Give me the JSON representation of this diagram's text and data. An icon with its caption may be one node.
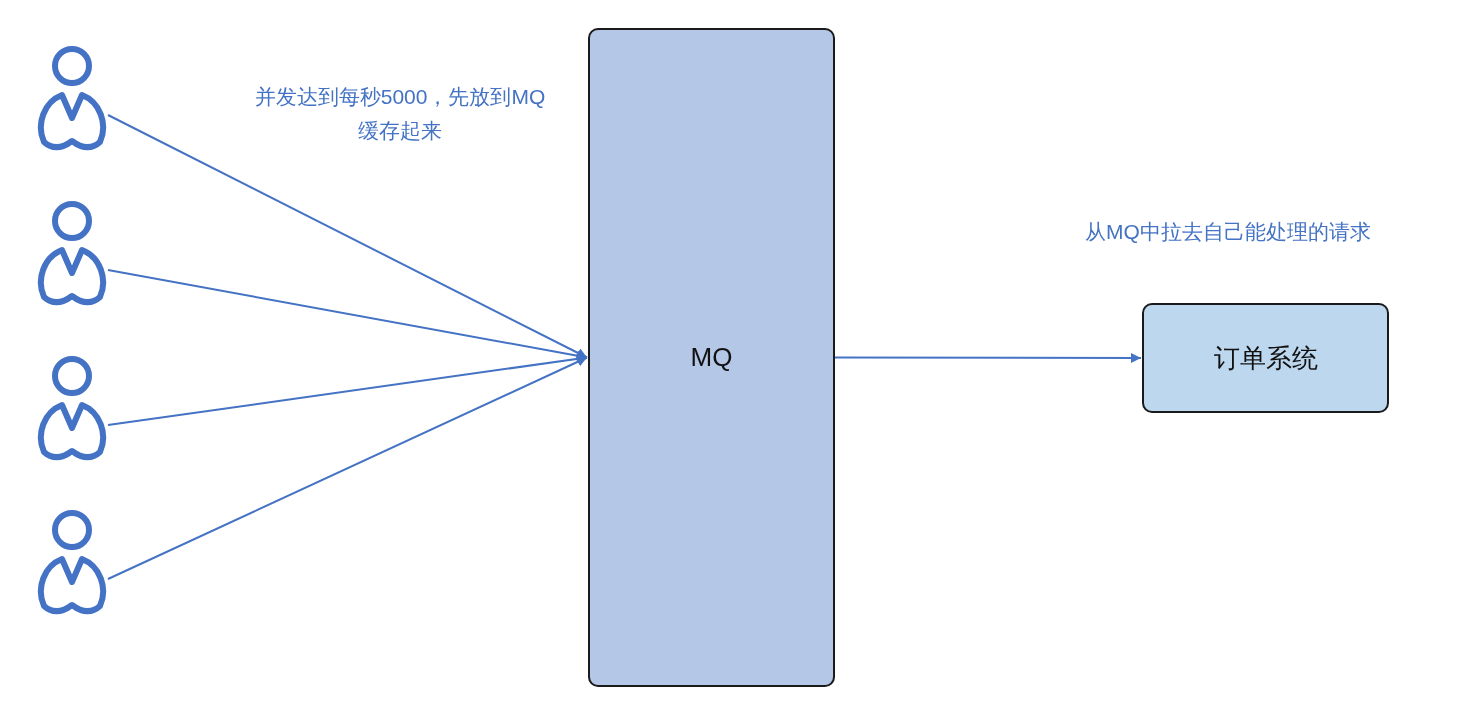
{
  "diagram": {
    "nodes": [
      {
        "text": [],
        "shape": "person"
      },
      {
        "text": [],
        "shape": "person"
      },
      {
        "text": [],
        "shape": "person"
      },
      {
        "text": [],
        "shape": "person"
      },
      {
        "text": [
          "MQ"
        ]
      },
      {
        "text": [
          "订单系统"
        ]
      }
    ],
    "edges": [
      {
        "from": 0,
        "to": 4,
        "arrow": "to"
      },
      {
        "from": 1,
        "to": 4,
        "arrow": "to"
      },
      {
        "from": 2,
        "to": 4,
        "arrow": "to"
      },
      {
        "from": 3,
        "to": 4,
        "arrow": "to"
      },
      {
        "from": 4,
        "to": 5,
        "arrow": "to"
      }
    ],
    "labels": [
      "并发达到每秒5000，先放到MQ缓存起来",
      "从MQ中拉去自己能处理的请求"
    ]
  }
}
